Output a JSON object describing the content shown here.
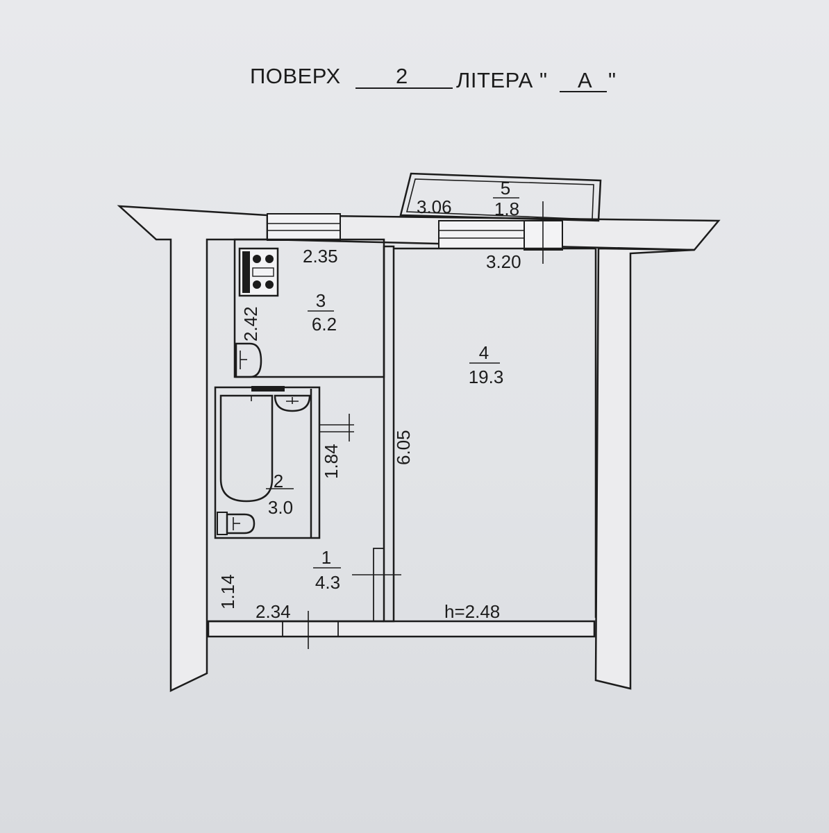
{
  "header": {
    "floor_label": "ПОВЕРХ",
    "floor_value": "2",
    "letter_label": "ЛІТЕРА \"",
    "letter_value": "А",
    "letter_close": "\""
  },
  "rooms": [
    {
      "number": "1",
      "area": "4.3"
    },
    {
      "number": "2",
      "area": "3.0"
    },
    {
      "number": "3",
      "area": "6.2"
    },
    {
      "number": "4",
      "area": "19.3"
    },
    {
      "number": "5",
      "area": "1.8"
    }
  ],
  "dimensions": {
    "kitchen_width": "2.35",
    "kitchen_depth": "2.42",
    "room_width": "3.20",
    "room_depth": "6.05",
    "bath_depth": "1.84",
    "hall_depth": "1.14",
    "hall_width": "2.34",
    "balcony_width": "3.06",
    "ceiling_height": "h=2.48"
  }
}
